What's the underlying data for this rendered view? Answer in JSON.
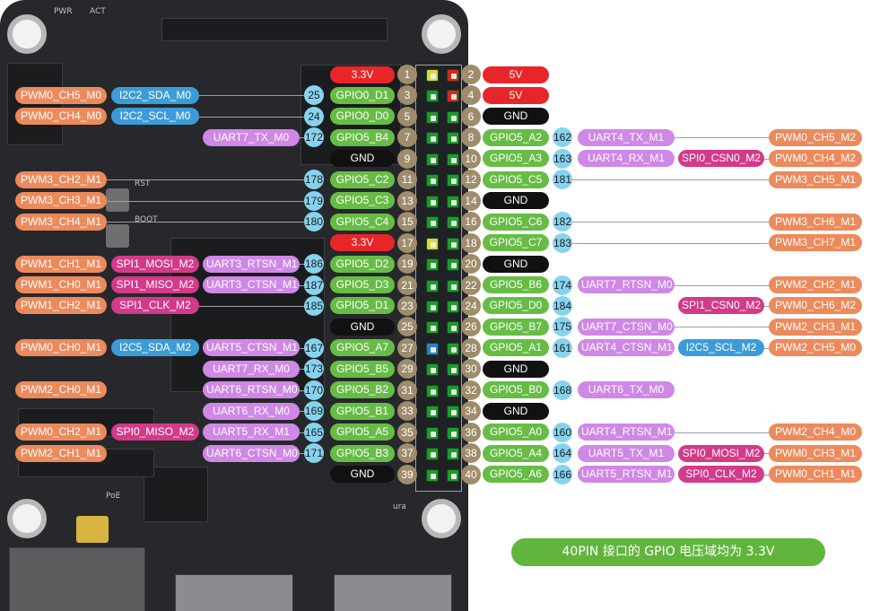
{
  "colors": {
    "power_3v3": "#e8262a",
    "power_5v": "#e8262a",
    "ground": "#111111",
    "pin_number": "#9e8c6c",
    "gpio": "#67bc46",
    "gpio_number": "#86d3ef",
    "pwm": "#ec8a5c",
    "i2c": "#3c9cd8",
    "uart": "#cf88e6",
    "spi": "#d43a8a",
    "pin_green": "#1e9a2c",
    "pin_yellow": "#e4d33a",
    "pin_red": "#d8261f",
    "pin_blue": "#2f7ae0"
  },
  "board": {
    "silk_labels": [
      "PWR",
      "ACT",
      "RST",
      "BOOT",
      "PoE",
      "ura"
    ]
  },
  "note": "40PIN 接口的 GPIO 电压域均为 3.3V",
  "left_rows": [
    {
      "row": 0,
      "pin": "1",
      "name": "3.3V",
      "kind": "power",
      "pin_color": "yellow",
      "funcs": []
    },
    {
      "row": 1,
      "pin": "3",
      "name": "GPIO0_D1",
      "kind": "gpio",
      "gpio": "25",
      "pin_color": "green",
      "funcs": [
        {
          "t": "I2C2_SDA_M0",
          "c": "i2c"
        },
        {
          "t": "PWM0_CH5_M0",
          "c": "pwm"
        }
      ]
    },
    {
      "row": 2,
      "pin": "5",
      "name": "GPIO0_D0",
      "kind": "gpio",
      "gpio": "24",
      "pin_color": "green",
      "funcs": [
        {
          "t": "I2C2_SCL_M0",
          "c": "i2c"
        },
        {
          "t": "PWM0_CH4_M0",
          "c": "pwm"
        }
      ]
    },
    {
      "row": 3,
      "pin": "7",
      "name": "GPIO5_B4",
      "kind": "gpio",
      "gpio": "172",
      "pin_color": "green",
      "funcs": [
        {
          "t": "UART7_TX_M0",
          "c": "uart"
        }
      ]
    },
    {
      "row": 4,
      "pin": "9",
      "name": "GND",
      "kind": "ground",
      "pin_color": "green",
      "funcs": []
    },
    {
      "row": 5,
      "pin": "11",
      "name": "GPIO5_C2",
      "kind": "gpio",
      "gpio": "178",
      "pin_color": "green",
      "funcs": [
        {
          "t": "PWM3_CH2_M1",
          "c": "pwm"
        }
      ]
    },
    {
      "row": 6,
      "pin": "13",
      "name": "GPIO5_C3",
      "kind": "gpio",
      "gpio": "179",
      "pin_color": "green",
      "funcs": [
        {
          "t": "PWM3_CH3_M1",
          "c": "pwm"
        }
      ]
    },
    {
      "row": 7,
      "pin": "15",
      "name": "GPIO5_C4",
      "kind": "gpio",
      "gpio": "180",
      "pin_color": "green",
      "funcs": [
        {
          "t": "PWM3_CH4_M1",
          "c": "pwm"
        }
      ]
    },
    {
      "row": 8,
      "pin": "17",
      "name": "3.3V",
      "kind": "power",
      "pin_color": "yellow",
      "funcs": []
    },
    {
      "row": 9,
      "pin": "19",
      "name": "GPIO5_D2",
      "kind": "gpio",
      "gpio": "186",
      "pin_color": "green",
      "funcs": [
        {
          "t": "UART3_RTSN_M1",
          "c": "uart"
        },
        {
          "t": "SPI1_MOSI_M2",
          "c": "spi"
        },
        {
          "t": "PWM1_CH1_M1",
          "c": "pwm"
        }
      ]
    },
    {
      "row": 10,
      "pin": "21",
      "name": "GPIO5_D3",
      "kind": "gpio",
      "gpio": "187",
      "pin_color": "green",
      "funcs": [
        {
          "t": "UART3_CTSN_M1",
          "c": "uart"
        },
        {
          "t": "SPI1_MISO_M2",
          "c": "spi"
        },
        {
          "t": "PWM1_CH0_M1",
          "c": "pwm"
        }
      ]
    },
    {
      "row": 11,
      "pin": "23",
      "name": "GPIO5_D1",
      "kind": "gpio",
      "gpio": "185",
      "pin_color": "green",
      "funcs": [
        {
          "t": "SPI1_CLK_M2",
          "c": "spi"
        },
        {
          "t": "PWM1_CH2_M1",
          "c": "pwm"
        }
      ]
    },
    {
      "row": 12,
      "pin": "25",
      "name": "GND",
      "kind": "ground",
      "pin_color": "green",
      "funcs": []
    },
    {
      "row": 13,
      "pin": "27",
      "name": "GPIO5_A7",
      "kind": "gpio",
      "gpio": "167",
      "pin_color": "blue",
      "funcs": [
        {
          "t": "UART5_CTSN_M1",
          "c": "uart"
        },
        {
          "t": "I2C5_SDA_M2",
          "c": "i2c"
        },
        {
          "t": "PWM0_CH0_M1",
          "c": "pwm"
        }
      ]
    },
    {
      "row": 14,
      "pin": "29",
      "name": "GPIO5_B5",
      "kind": "gpio",
      "gpio": "173",
      "pin_color": "green",
      "funcs": [
        {
          "t": "UART7_RX_M0",
          "c": "uart"
        }
      ]
    },
    {
      "row": 15,
      "pin": "31",
      "name": "GPIO5_B2",
      "kind": "gpio",
      "gpio": "170",
      "pin_color": "green",
      "funcs": [
        {
          "t": "UART6_RTSN_M0",
          "c": "uart"
        },
        {
          "t": "PWM2_CH0_M1",
          "c": "pwm"
        }
      ]
    },
    {
      "row": 16,
      "pin": "33",
      "name": "GPIO5_B1",
      "kind": "gpio",
      "gpio": "169",
      "pin_color": "green",
      "funcs": [
        {
          "t": "UART6_RX_M0",
          "c": "uart"
        }
      ]
    },
    {
      "row": 17,
      "pin": "35",
      "name": "GPIO5_A5",
      "kind": "gpio",
      "gpio": "165",
      "pin_color": "green",
      "funcs": [
        {
          "t": "UART5_RX_M1",
          "c": "uart"
        },
        {
          "t": "SPI0_MISO_M2",
          "c": "spi"
        },
        {
          "t": "PWM0_CH2_M1",
          "c": "pwm"
        }
      ]
    },
    {
      "row": 18,
      "pin": "37",
      "name": "GPIO5_B3",
      "kind": "gpio",
      "gpio": "171",
      "pin_color": "green",
      "funcs": [
        {
          "t": "UART6_CTSN_M0",
          "c": "uart"
        },
        {
          "t": "PWM2_CH1_M1",
          "c": "pwm"
        }
      ]
    },
    {
      "row": 19,
      "pin": "39",
      "name": "GND",
      "kind": "ground",
      "pin_color": "green",
      "funcs": []
    }
  ],
  "right_rows": [
    {
      "row": 0,
      "pin": "2",
      "name": "5V",
      "kind": "power5",
      "pin_color": "red",
      "funcs": []
    },
    {
      "row": 1,
      "pin": "4",
      "name": "5V",
      "kind": "power5",
      "pin_color": "red",
      "funcs": []
    },
    {
      "row": 2,
      "pin": "6",
      "name": "GND",
      "kind": "ground",
      "pin_color": "green",
      "funcs": []
    },
    {
      "row": 3,
      "pin": "8",
      "name": "GPIO5_A2",
      "kind": "gpio",
      "gpio": "162",
      "pin_color": "green",
      "funcs": [
        {
          "t": "UART4_TX_M1",
          "c": "uart"
        }
      ],
      "far": "PWM0_CH5_M2"
    },
    {
      "row": 4,
      "pin": "10",
      "name": "GPIO5_A3",
      "kind": "gpio",
      "gpio": "163",
      "pin_color": "green",
      "funcs": [
        {
          "t": "UART4_RX_M1",
          "c": "uart"
        },
        {
          "t": "SPI0_CSN0_M2",
          "c": "spi"
        }
      ],
      "far": "PWM0_CH4_M2"
    },
    {
      "row": 5,
      "pin": "12",
      "name": "GPIO5_C5",
      "kind": "gpio",
      "gpio": "181",
      "pin_color": "green",
      "funcs": [],
      "far": "PWM3_CH5_M1"
    },
    {
      "row": 6,
      "pin": "14",
      "name": "GND",
      "kind": "ground",
      "pin_color": "green",
      "funcs": []
    },
    {
      "row": 7,
      "pin": "16",
      "name": "GPIO5_C6",
      "kind": "gpio",
      "gpio": "182",
      "pin_color": "green",
      "funcs": [],
      "far": "PWM3_CH6_M1"
    },
    {
      "row": 8,
      "pin": "18",
      "name": "GPIO5_C7",
      "kind": "gpio",
      "gpio": "183",
      "pin_color": "green",
      "funcs": [],
      "far": "PWM3_CH7_M1"
    },
    {
      "row": 9,
      "pin": "20",
      "name": "GND",
      "kind": "ground",
      "pin_color": "green",
      "funcs": []
    },
    {
      "row": 10,
      "pin": "22",
      "name": "GPIO5_B6",
      "kind": "gpio",
      "gpio": "174",
      "pin_color": "green",
      "funcs": [
        {
          "t": "UART7_RTSN_M0",
          "c": "uart"
        }
      ],
      "far": "PWM2_CH2_M1"
    },
    {
      "row": 11,
      "pin": "24",
      "name": "GPIO5_D0",
      "kind": "gpio",
      "gpio": "184",
      "pin_color": "green",
      "funcs": [
        {
          "t": "SPI1_CSN0_M2",
          "c": "spi",
          "near_far": true
        }
      ],
      "far": "PWM0_CH6_M2"
    },
    {
      "row": 12,
      "pin": "26",
      "name": "GPIO5_B7",
      "kind": "gpio",
      "gpio": "175",
      "pin_color": "green",
      "funcs": [
        {
          "t": "UART7_CTSN_M0",
          "c": "uart"
        }
      ],
      "far": "PWM2_CH3_M1"
    },
    {
      "row": 13,
      "pin": "28",
      "name": "GPIO5_A1",
      "kind": "gpio",
      "gpio": "161",
      "pin_color": "green",
      "funcs": [
        {
          "t": "UART4_CTSN_M1",
          "c": "uart"
        },
        {
          "t": "I2C5_SCL_M2",
          "c": "i2c"
        }
      ],
      "far": "PWM2_CH5_M0"
    },
    {
      "row": 14,
      "pin": "30",
      "name": "GND",
      "kind": "ground",
      "pin_color": "green",
      "funcs": []
    },
    {
      "row": 15,
      "pin": "32",
      "name": "GPIO5_B0",
      "kind": "gpio",
      "gpio": "168",
      "pin_color": "green",
      "funcs": [
        {
          "t": "UART6_TX_M0",
          "c": "uart"
        }
      ]
    },
    {
      "row": 16,
      "pin": "34",
      "name": "GND",
      "kind": "ground",
      "pin_color": "green",
      "funcs": []
    },
    {
      "row": 17,
      "pin": "36",
      "name": "GPIO5_A0",
      "kind": "gpio",
      "gpio": "160",
      "pin_color": "green",
      "funcs": [
        {
          "t": "UART4_RTSN_M1",
          "c": "uart"
        }
      ],
      "far": "PWM2_CH4_M0"
    },
    {
      "row": 18,
      "pin": "38",
      "name": "GPIO5_A4",
      "kind": "gpio",
      "gpio": "164",
      "pin_color": "green",
      "funcs": [
        {
          "t": "UART5_TX_M1",
          "c": "uart"
        },
        {
          "t": "SPI0_MOSI_M2",
          "c": "spi"
        }
      ],
      "far": "PWM0_CH3_M1"
    },
    {
      "row": 19,
      "pin": "40",
      "name": "GPIO5_A6",
      "kind": "gpio",
      "gpio": "166",
      "pin_color": "green",
      "funcs": [
        {
          "t": "UART5_RTSN_M1",
          "c": "uart"
        },
        {
          "t": "SPI0_CLK_M2",
          "c": "spi"
        }
      ],
      "far": "PWM0_CH1_M1"
    }
  ]
}
